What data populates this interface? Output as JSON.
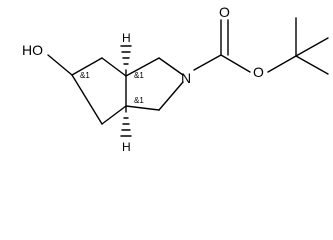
{
  "molecule": {
    "atoms": {
      "oh": "HO",
      "n": "N",
      "o_carbonyl": "O",
      "o_ester": "O",
      "h_top": "H",
      "h_bottom": "H"
    },
    "stereo_labels": {
      "c_oh": "&1",
      "c_top": "&1",
      "c_bottom": "&1"
    }
  }
}
